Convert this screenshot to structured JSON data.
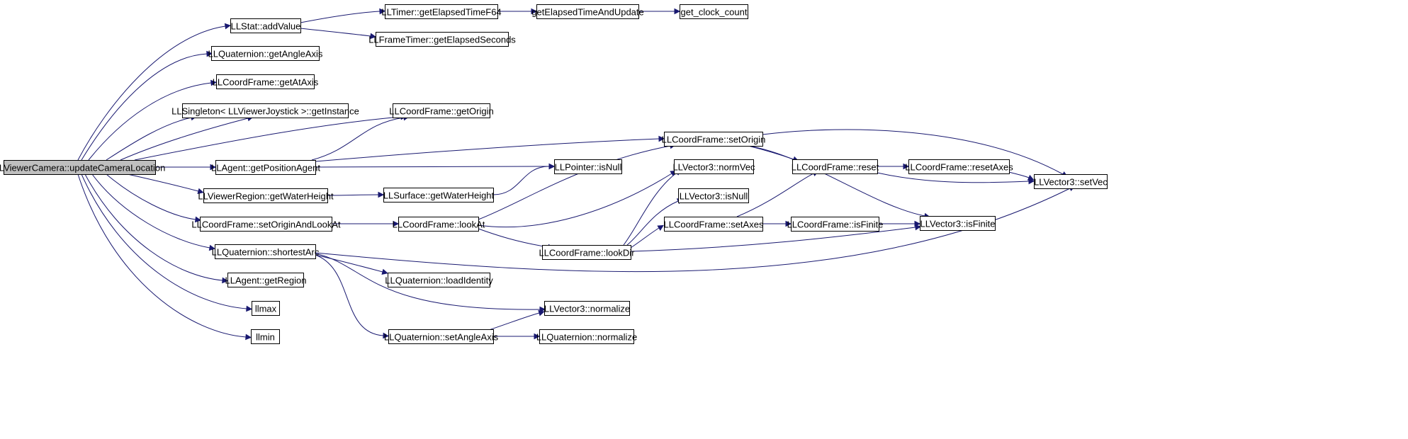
{
  "graph": {
    "edge_color": "#191970",
    "root_fill": "#bfbfbf",
    "nodes": [
      {
        "id": "root",
        "label": "LLViewerCamera::updateCameraLocation",
        "root": true
      },
      {
        "id": "addValue",
        "label": "LLStat::addValue"
      },
      {
        "id": "getAngleAxis",
        "label": "LLQuaternion::getAngleAxis"
      },
      {
        "id": "getAtAxis",
        "label": "LLCoordFrame::getAtAxis"
      },
      {
        "id": "getInstance",
        "label": "LLSingleton< LLViewerJoystick >::getInstance"
      },
      {
        "id": "getPositionAgent",
        "label": "LLAgent::getPositionAgent"
      },
      {
        "id": "getWaterHeightVR",
        "label": "LLViewerRegion::getWaterHeight"
      },
      {
        "id": "setOriginAndLookAt",
        "label": "LLCoordFrame::setOriginAndLookAt"
      },
      {
        "id": "shortestArc",
        "label": "LLQuaternion::shortestArc"
      },
      {
        "id": "getRegion",
        "label": "LLAgent::getRegion"
      },
      {
        "id": "llmax",
        "label": "llmax"
      },
      {
        "id": "llmin",
        "label": "llmin"
      },
      {
        "id": "getElapsedTimeF64",
        "label": "LLTimer::getElapsedTimeF64"
      },
      {
        "id": "getElapsedSeconds",
        "label": "LLFrameTimer::getElapsedSeconds"
      },
      {
        "id": "getOrigin",
        "label": "LLCoordFrame::getOrigin"
      },
      {
        "id": "getWaterHeightS",
        "label": "LLSurface::getWaterHeight"
      },
      {
        "id": "lookAt",
        "label": "LLCoordFrame::lookAt"
      },
      {
        "id": "loadIdentity",
        "label": "LLQuaternion::loadIdentity"
      },
      {
        "id": "setAngleAxis",
        "label": "LLQuaternion::setAngleAxis"
      },
      {
        "id": "getElapsedTimeAndUpdate",
        "label": "getElapsedTimeAndUpdate"
      },
      {
        "id": "isNullPtr",
        "label": "LLPointer::isNull"
      },
      {
        "id": "lookDir",
        "label": "LLCoordFrame::lookDir"
      },
      {
        "id": "normalizeV",
        "label": "LLVector3::normalize"
      },
      {
        "id": "normalizeQ",
        "label": "LLQuaternion::normalize"
      },
      {
        "id": "get_clock_count",
        "label": "get_clock_count"
      },
      {
        "id": "setOrigin",
        "label": "LLCoordFrame::setOrigin"
      },
      {
        "id": "normVec",
        "label": "LLVector3::normVec"
      },
      {
        "id": "isNullV",
        "label": "LLVector3::isNull"
      },
      {
        "id": "setAxes",
        "label": "LLCoordFrame::setAxes"
      },
      {
        "id": "reset",
        "label": "LLCoordFrame::reset"
      },
      {
        "id": "isFiniteCF",
        "label": "LLCoordFrame::isFinite"
      },
      {
        "id": "resetAxes",
        "label": "LLCoordFrame::resetAxes"
      },
      {
        "id": "isFiniteV",
        "label": "LLVector3::isFinite"
      },
      {
        "id": "setVec",
        "label": "LLVector3::setVec"
      }
    ],
    "edges": [
      [
        "root",
        "addValue"
      ],
      [
        "root",
        "getAngleAxis"
      ],
      [
        "root",
        "getAtAxis"
      ],
      [
        "root",
        "getInstance"
      ],
      [
        "root",
        "getInstance"
      ],
      [
        "root",
        "getOrigin"
      ],
      [
        "root",
        "getPositionAgent"
      ],
      [
        "root",
        "getWaterHeightVR"
      ],
      [
        "root",
        "setOriginAndLookAt"
      ],
      [
        "root",
        "shortestArc"
      ],
      [
        "root",
        "getRegion"
      ],
      [
        "root",
        "llmax"
      ],
      [
        "root",
        "llmin"
      ],
      [
        "addValue",
        "getElapsedTimeF64"
      ],
      [
        "addValue",
        "getElapsedSeconds"
      ],
      [
        "getElapsedTimeF64",
        "getElapsedTimeAndUpdate"
      ],
      [
        "getElapsedTimeAndUpdate",
        "get_clock_count"
      ],
      [
        "getPositionAgent",
        "getOrigin"
      ],
      [
        "getPositionAgent",
        "setOrigin"
      ],
      [
        "getPositionAgent",
        "isNullPtr"
      ],
      [
        "getWaterHeightVR",
        "getWaterHeightS"
      ],
      [
        "getWaterHeightS",
        "isNullPtr"
      ],
      [
        "setOriginAndLookAt",
        "lookAt"
      ],
      [
        "lookAt",
        "setOrigin"
      ],
      [
        "lookAt",
        "normVec"
      ],
      [
        "lookAt",
        "lookDir"
      ],
      [
        "lookDir",
        "normVec"
      ],
      [
        "lookDir",
        "isNullV"
      ],
      [
        "lookDir",
        "setAxes"
      ],
      [
        "lookDir",
        "isFiniteV"
      ],
      [
        "setAxes",
        "reset"
      ],
      [
        "setAxes",
        "isFiniteCF"
      ],
      [
        "isFiniteCF",
        "isFiniteV"
      ],
      [
        "setOrigin",
        "reset"
      ],
      [
        "setOrigin",
        "isFiniteV"
      ],
      [
        "setOrigin",
        "setVec"
      ],
      [
        "reset",
        "resetAxes"
      ],
      [
        "reset",
        "setVec"
      ],
      [
        "resetAxes",
        "setVec"
      ],
      [
        "shortestArc",
        "loadIdentity"
      ],
      [
        "shortestArc",
        "normalizeV"
      ],
      [
        "shortestArc",
        "setAngleAxis"
      ],
      [
        "shortestArc",
        "setVec"
      ],
      [
        "setAngleAxis",
        "normalizeV"
      ],
      [
        "setAngleAxis",
        "normalizeQ"
      ]
    ]
  }
}
